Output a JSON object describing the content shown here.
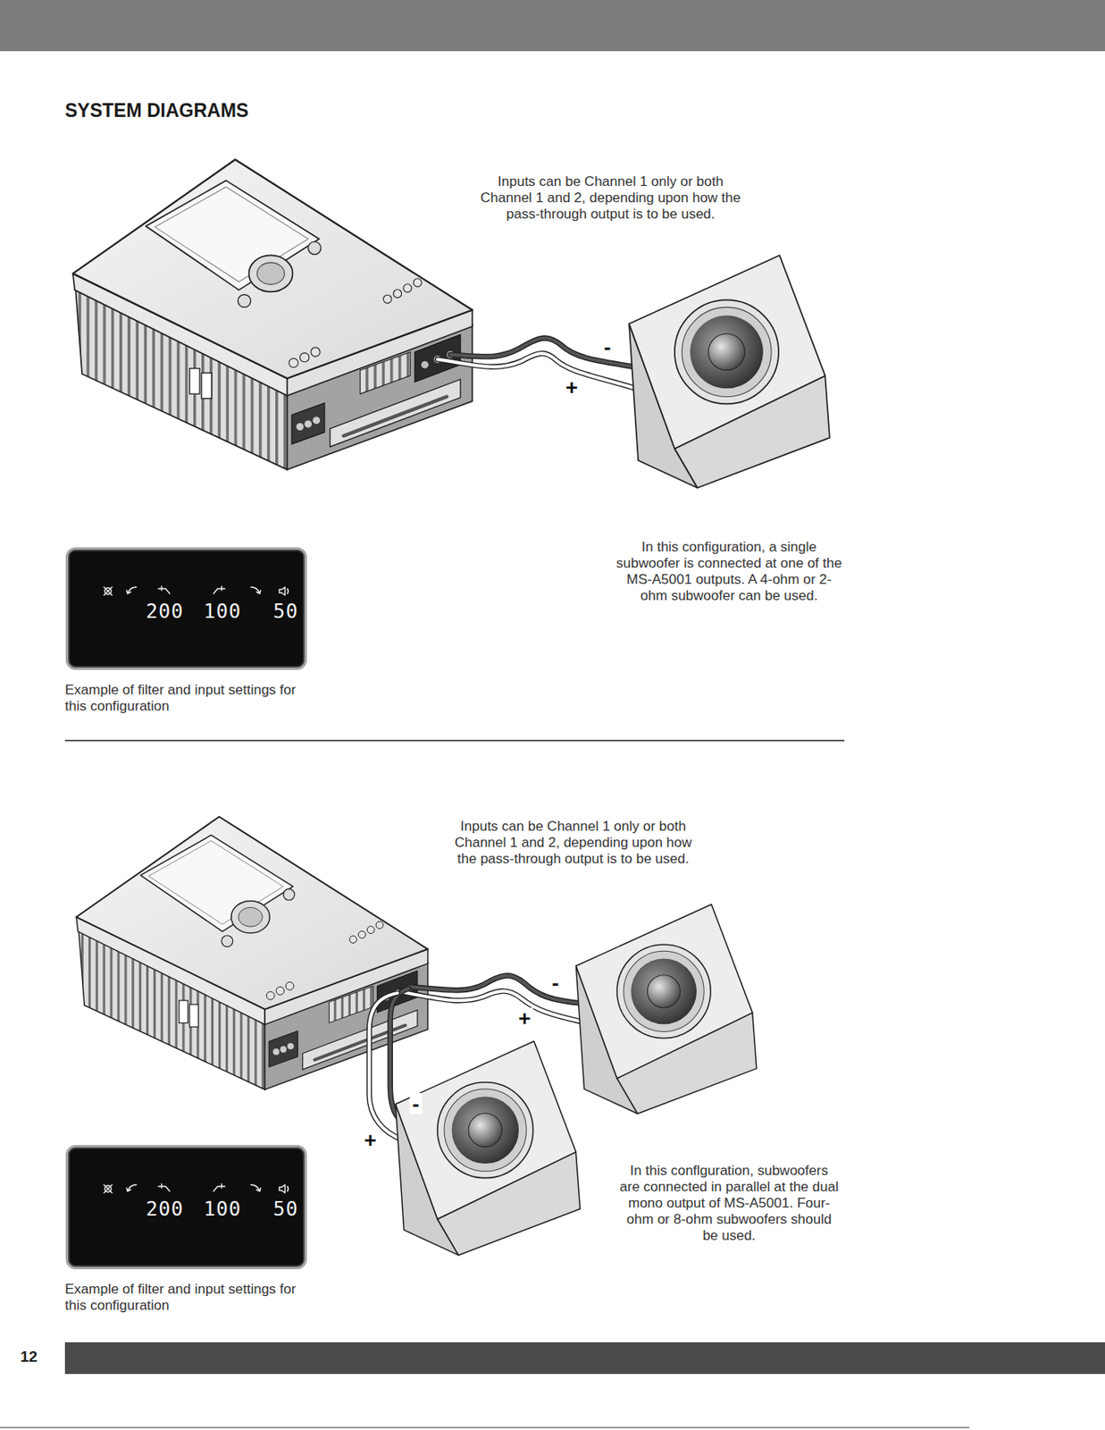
{
  "diagram": {
    "title": "SYSTEM DIAGRAMS",
    "nodes": [
      {
        "text": [
          "200",
          "100",
          "50"
        ]
      },
      {
        "text": [
          "200",
          "100",
          "50"
        ]
      }
    ],
    "labels": [
      "Inputs can be Channel 1 only or both Channel 1 and 2, depending upon how the pass-through output is to be used.",
      "-",
      "+",
      "Example of filter and input settings for this configuration",
      "In this configuration, a single subwoofer is connected at one of the MS-A5001 outputs. A 4-ohm or 2-ohm subwoofer can be used.",
      "Inputs can be Channel 1 only or both Channel 1 and 2, depending upon how the pass-through output is to be used.",
      "-",
      "+",
      "-",
      "+",
      "Example of filter and input settings for this configuration",
      "In this conflguration, subwoofers are connected in parallel at the dual mono output of MS-A5001. Four-ohm or 8-ohm subwoofers should be used.",
      "12"
    ]
  }
}
